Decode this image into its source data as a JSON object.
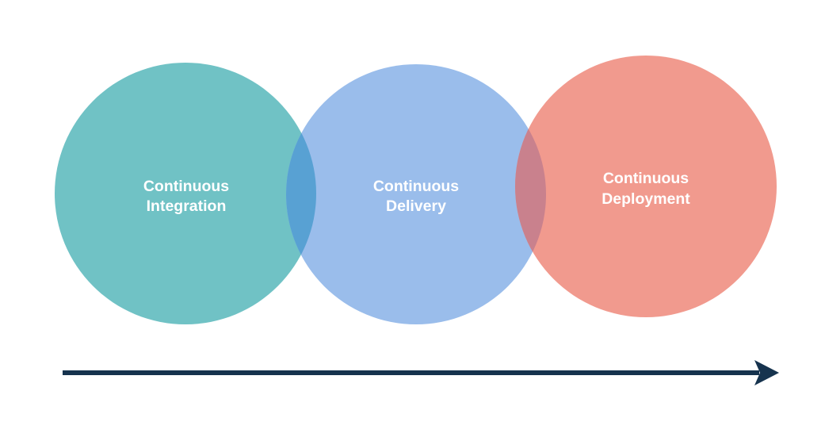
{
  "diagram": {
    "type": "venn-process-flow",
    "background": "#ffffff",
    "text_color": "#ffffff",
    "circles": [
      {
        "id": "continuous-integration",
        "lines": [
          "Continuous",
          "Integration"
        ],
        "label": "Continuous Integration",
        "color": "#70c2c5"
      },
      {
        "id": "continuous-delivery",
        "lines": [
          "Continuous",
          "Delivery"
        ],
        "label": "Continuous Delivery",
        "color": "#9abdeb"
      },
      {
        "id": "continuous-deployment",
        "lines": [
          "Continuous",
          "Deployment"
        ],
        "label": "Continuous Deployment",
        "color": "#f19a8e"
      }
    ],
    "overlaps": [
      {
        "id": "integration-delivery-overlap",
        "color": "#58a1d3"
      },
      {
        "id": "delivery-deployment-overlap",
        "color": "#c9818d"
      }
    ],
    "arrow": {
      "color": "#16334e",
      "direction": "right"
    }
  }
}
